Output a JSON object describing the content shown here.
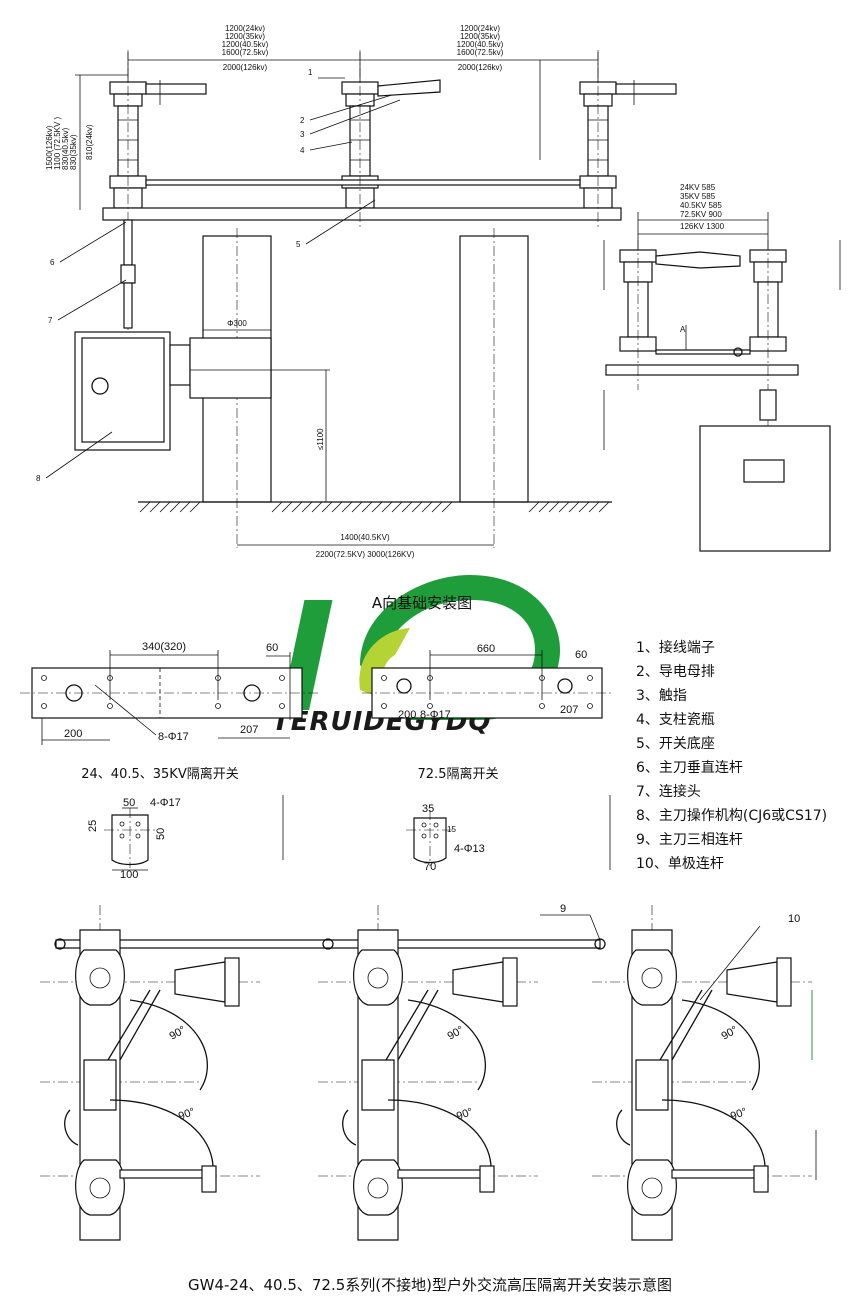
{
  "top_view": {
    "span_left_dims": [
      "1200(24kv)",
      "1200(35kv)",
      "1200(40.5kv)",
      "1600(72.5kv)",
      "2000(126kv)"
    ],
    "span_right_dims": [
      "1200(24kv)",
      "1200(35kv)",
      "1200(40.5kv)",
      "1600(72.5kv)",
      "2000(126kv)"
    ],
    "height_dims": [
      "1500(126kv)",
      "1100 (72.5KV )",
      "830(40.5kv)",
      "830(35kv)",
      "810(24kv)"
    ],
    "callouts": [
      "1",
      "2",
      "3",
      "4",
      "5",
      "6",
      "7",
      "8"
    ],
    "pillar_dia": "Φ300",
    "height_limit": "≤1100",
    "base_dims": [
      "1400(40.5KV)",
      "2200(72.5KV) 3000(126KV)"
    ]
  },
  "side_view": {
    "dims": [
      "24KV 585",
      "35KV 585",
      "40.5KV 585",
      "72.5KV 900",
      "126KV 1300"
    ],
    "arrow_label": "A"
  },
  "foundation_title": "A向基础安装图",
  "plate_left": {
    "dims": {
      "span": "340(320)",
      "end": "60",
      "left": "200",
      "right": "207",
      "holes": "8-Φ17"
    },
    "caption": "24、40.5、35KV隔离开关"
  },
  "plate_right": {
    "dims": {
      "span": "660",
      "end": "60",
      "left": "200",
      "right": "207",
      "holes": "8-Φ17"
    },
    "caption": "72.5隔离开关"
  },
  "detail_left": {
    "dims": [
      "50",
      "4-Φ17",
      "25",
      "50",
      "100"
    ]
  },
  "detail_right": {
    "dims": [
      "35",
      "15",
      "4-Φ13",
      "70"
    ]
  },
  "legend": [
    "1、接线端子",
    "2、导电母排",
    "3、触指",
    "4、支柱瓷瓶",
    "5、开关底座",
    "6、主刀垂直连杆",
    "7、连接头",
    "8、主刀操作机构(CJ6或CS17)",
    "9、主刀三相连杆",
    "10、单极连杆"
  ],
  "plan_view": {
    "callout_9": "9",
    "callout_10": "10",
    "angle": "90°"
  },
  "logo_text": "TERUIDEGYDQ",
  "bottom_title": "GW4-24、40.5、72.5系列(不接地)型户外交流高压隔离开关安装示意图",
  "colors": {
    "logo_green": "#1f9d3a",
    "logo_lime": "#b5d334",
    "ink": "#111111"
  }
}
